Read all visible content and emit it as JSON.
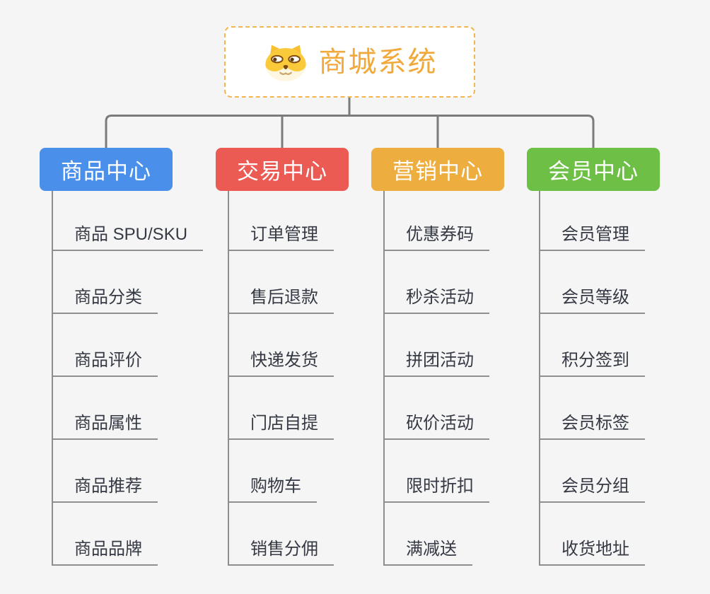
{
  "root": {
    "title": "商城系统",
    "icon": "shiba-dog-icon"
  },
  "branches": [
    {
      "label": "商品中心",
      "color": "#4a8fea",
      "items": [
        "商品 SPU/SKU",
        "商品分类",
        "商品评价",
        "商品属性",
        "商品推荐",
        "商品品牌"
      ]
    },
    {
      "label": "交易中心",
      "color": "#ec5a54",
      "items": [
        "订单管理",
        "售后退款",
        "快递发货",
        "门店自提",
        "购物车",
        "销售分佣"
      ]
    },
    {
      "label": "营销中心",
      "color": "#eeae3f",
      "items": [
        "优惠券码",
        "秒杀活动",
        "拼团活动",
        "砍价活动",
        "限时折扣",
        "满减送"
      ]
    },
    {
      "label": "会员中心",
      "color": "#6dbf45",
      "items": [
        "会员管理",
        "会员等级",
        "积分签到",
        "会员标签",
        "会员分组",
        "收货地址"
      ]
    }
  ],
  "colors": {
    "background": "#f5f5f6",
    "connector_top": "#7b7b7b",
    "branch_line": "#8d8d8d",
    "leaf_underline": "#8f8f8f",
    "leaf_text": "#343943",
    "header_text": "#ffffff",
    "root_border": "#f3b453",
    "root_text": "#f0a93a",
    "icon_face_yellow": "#fbca3b",
    "icon_muzzle_cream": "#fdf6e0"
  }
}
